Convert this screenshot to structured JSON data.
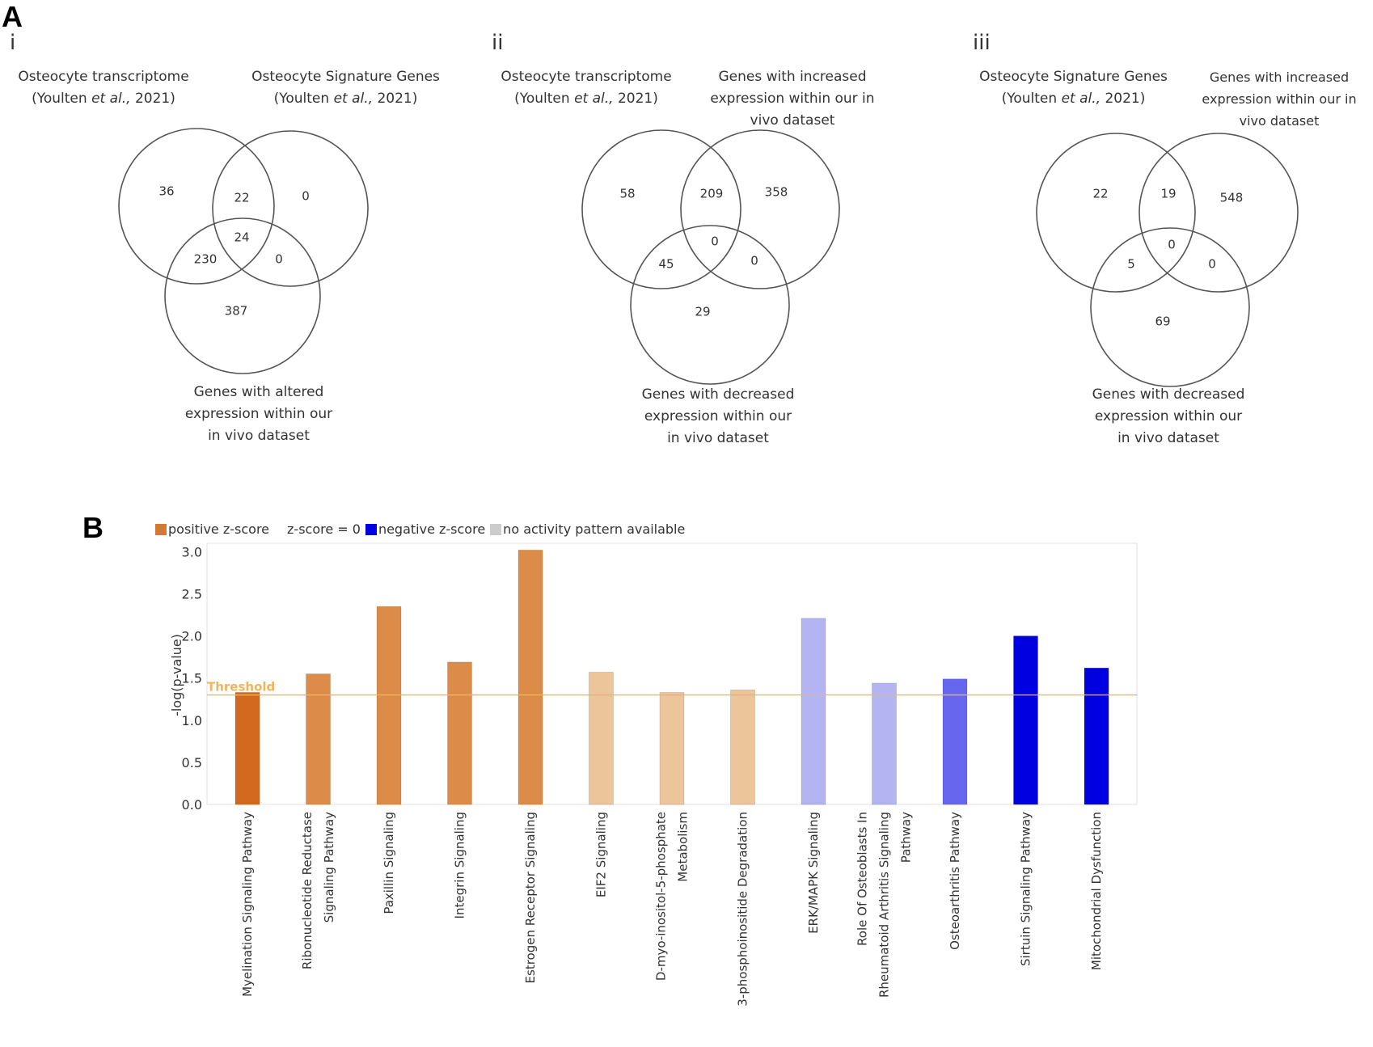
{
  "panels": {
    "a_letter": "A",
    "b_letter": "B",
    "venn": [
      {
        "roman": "i",
        "labels": {
          "top_left": {
            "line1": "Osteocyte transcriptome",
            "pre": "(Youlten ",
            "em": "et al.,",
            "post": " 2021)"
          },
          "top_right": {
            "line1": "Osteocyte Signature Genes",
            "pre": "(Youlten ",
            "em": "et al.,",
            "post": " 2021)"
          },
          "bottom": [
            "Genes with altered",
            "expression within our",
            "in vivo dataset"
          ]
        },
        "counts": {
          "a_only": "36",
          "ab": "22",
          "b_only": "0",
          "ac": "230",
          "abc": "24",
          "bc": "0",
          "c_only": "387"
        }
      },
      {
        "roman": "ii",
        "labels": {
          "top_left": {
            "line1": "Osteocyte transcriptome",
            "pre": "(Youlten ",
            "em": "et al.,",
            "post": " 2021)"
          },
          "top_right_lines": [
            "Genes with increased",
            "expression within our in",
            "vivo dataset"
          ],
          "bottom": [
            "Genes with decreased",
            "expression within our",
            "in vivo dataset"
          ]
        },
        "counts": {
          "a_only": "58",
          "ab": "209",
          "b_only": "358",
          "ac": "45",
          "abc": "0",
          "bc": "0",
          "c_only": "29"
        }
      },
      {
        "roman": "iii",
        "labels": {
          "top_left": {
            "line1": "Osteocyte Signature Genes",
            "pre": "(Youlten ",
            "em": "et al.,",
            "post": " 2021)"
          },
          "top_right_lines": [
            "Genes with increased",
            "expression within our in",
            "vivo dataset"
          ],
          "bottom": [
            "Genes with decreased",
            "expression within our",
            "in vivo dataset"
          ]
        },
        "counts": {
          "a_only": "22",
          "ab": "19",
          "b_only": "548",
          "ac": "5",
          "abc": "0",
          "bc": "0",
          "c_only": "69"
        }
      }
    ]
  },
  "legend": {
    "positive": "positive z-score",
    "zero": "z-score = 0",
    "negative": "negative z-score",
    "na": "no activity pattern available"
  },
  "colors": {
    "positive_strong": "#d2691e",
    "positive_mid": "#dc8c48",
    "positive_light": "#ecc59b",
    "negative_light": "#b4b4f2",
    "negative_mid": "#6666ee",
    "negative_strong": "#0000e0",
    "threshold": "#f0b45a",
    "na": "#cccccc"
  },
  "chart_data": {
    "type": "bar",
    "ylabel": "-log(p-value)",
    "ylim": [
      0,
      3.1
    ],
    "yticks": [
      "0.0",
      "0.5",
      "1.0",
      "1.5",
      "2.0",
      "2.5",
      "3.0"
    ],
    "threshold": {
      "value": 1.3,
      "label": "Threshold"
    },
    "categories": [
      [
        "Myelination Signaling Pathway"
      ],
      [
        "Ribonucleotide Reductase",
        "Signaling Pathway"
      ],
      [
        "Paxillin Signaling"
      ],
      [
        "Integrin Signaling"
      ],
      [
        "Estrogen Receptor Signaling"
      ],
      [
        "EIF2 Signaling"
      ],
      [
        "D-myo-inositol-5-phosphate",
        "Metabolism"
      ],
      [
        "3-phosphoinositide Degradation"
      ],
      [
        "ERK/MAPK Signaling"
      ],
      [
        "Role Of Osteoblasts In",
        "Rheumatoid Arthritis Signaling",
        "Pathway"
      ],
      [
        "Osteoarthritis Pathway"
      ],
      [
        "Sirtuin Signaling Pathway"
      ],
      [
        "Mitochondrial Dysfunction"
      ]
    ],
    "values": [
      1.33,
      1.55,
      2.35,
      1.69,
      3.02,
      1.57,
      1.33,
      1.36,
      2.21,
      1.44,
      1.49,
      2.0,
      1.62
    ],
    "color_keys": [
      "positive_strong",
      "positive_mid",
      "positive_mid",
      "positive_mid",
      "positive_mid",
      "positive_light",
      "positive_light",
      "positive_light",
      "negative_light",
      "negative_light",
      "negative_mid",
      "negative_strong",
      "negative_strong"
    ]
  }
}
